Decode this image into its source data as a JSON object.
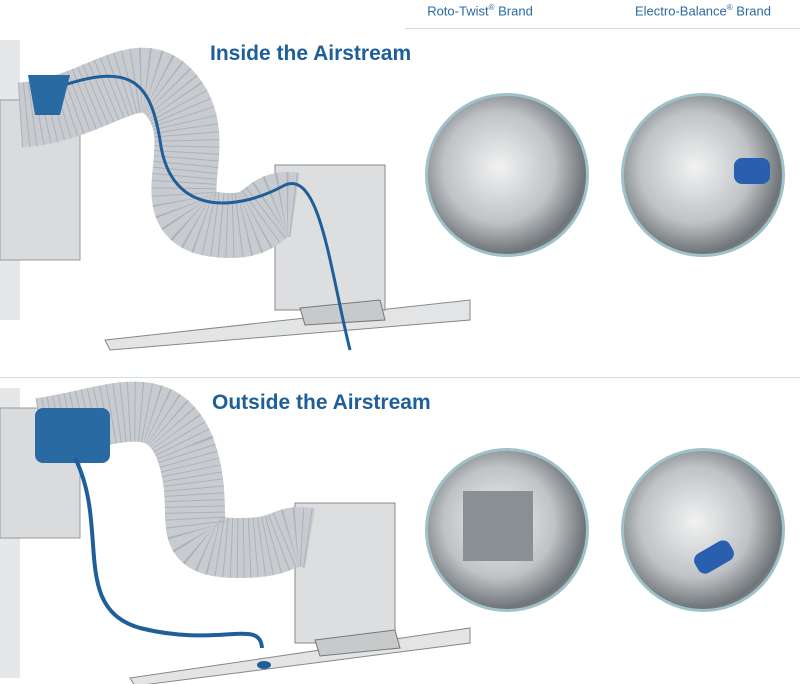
{
  "header": {
    "brands": [
      {
        "name": "Roto-Twist",
        "mark": "®",
        "suffix": " Brand"
      },
      {
        "name": "Electro-Balance",
        "mark": "®",
        "suffix": " Brand"
      }
    ]
  },
  "sections": [
    {
      "title": "Inside the Airstream",
      "photos": [
        "roto-twist-inside-photo",
        "electro-balance-inside-photo"
      ]
    },
    {
      "title": "Outside the Airstream",
      "photos": [
        "roto-twist-outside-photo",
        "electro-balance-outside-photo"
      ]
    }
  ],
  "colors": {
    "title": "#1f5f99",
    "cable": "#1f5f99",
    "duct": "#c8ccd0"
  }
}
